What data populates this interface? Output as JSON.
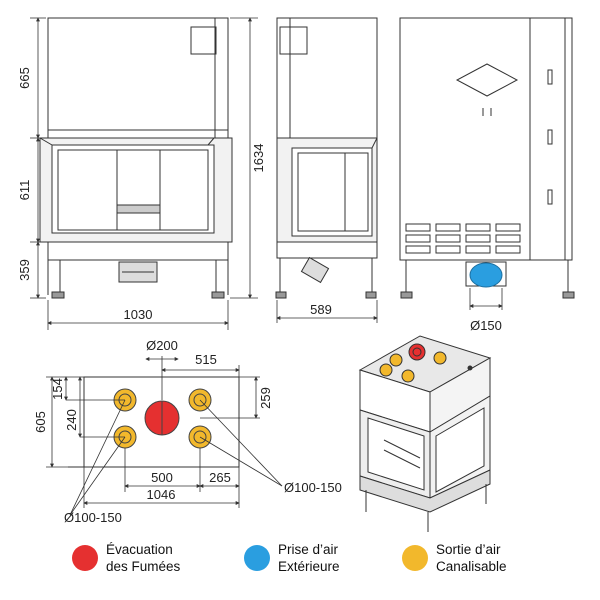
{
  "colors": {
    "line": "#333333",
    "panel": "#e8e8e8",
    "smoke": "#e53030",
    "air_inlet": "#2a9ee0",
    "air_outlet": "#f2b82c"
  },
  "front_view": {
    "height_top": "665",
    "height_mid": "611",
    "height_bottom": "359",
    "total_height": "1634",
    "width": "1030"
  },
  "side_view": {
    "depth": "589"
  },
  "back_view": {
    "inlet_diameter": "Ø150"
  },
  "top_view": {
    "smoke_diameter": "Ø200",
    "offset_515": "515",
    "depth_605": "605",
    "offset_154": "154",
    "offset_240": "240",
    "offset_259": "259",
    "spacing_500": "500",
    "offset_265": "265",
    "total_1046": "1046",
    "outlet_diameter_right": "Ø100-150",
    "outlet_diameter_left": "Ø100-150"
  },
  "legend": [
    {
      "line1": "Évacuation",
      "line2": "des Fumées",
      "color": "#e53030"
    },
    {
      "line1": "Prise d’air",
      "line2": "Extérieure",
      "color": "#2a9ee0"
    },
    {
      "line1": "Sortie d’air",
      "line2": "Canalisable",
      "color": "#f2b82c"
    }
  ]
}
